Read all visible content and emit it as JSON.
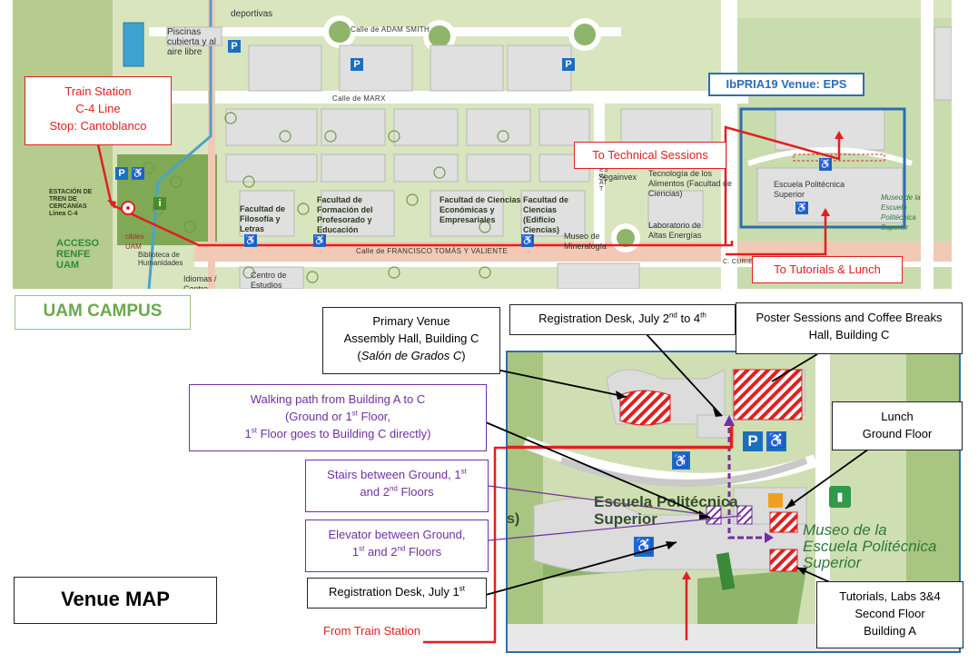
{
  "top_map": {
    "streets": [
      "Calle de ADAM SMITH",
      "Calle de MARX",
      "Calle de FRANCISCO TOMÁS Y VALIENTE",
      "JAMES WATT",
      "C. CURIE"
    ],
    "places": {
      "piscinas": "Piscinas cubierta y al aire libre",
      "deportivas": "deportivas",
      "estacion": "ESTACIÓN DE TREN DE CERCANÍAS Línea C-4",
      "acceso_renfe": "ACCESO RENFE UAM",
      "biblioteca": "Biblioteca de Humanidades",
      "filosofia": "Facultad de Filosofía y Letras",
      "profesorado": "Facultad de Formación del Profesorado y Educación",
      "economicas": "Facultad de Ciencias Económicas y Empresariales",
      "ciencias": "Facultad de Ciencias (Edificio Ciencias)",
      "mineralogia": "Museo de Mineralogía",
      "segainvex": "Segainvex",
      "alimentos": "Tecnología de los Alimentos (Facultad de Ciencias)",
      "altas_energias": "Laboratorio de Altas Energías",
      "eps": "Escuela Politécnica Superior",
      "museo_eps": "Museo de la Escuela Politécnica Superior",
      "centro_estudios": "Centro de Estudios",
      "idiomas": "Idiomas / Centro",
      "cibles": "cibles UAM"
    },
    "callouts": {
      "train_station": [
        "Train Station",
        "C-4 Line",
        "Stop:  Cantoblanco"
      ],
      "venue": "IbPRIA19 Venue: EPS",
      "technical": "To Technical Sessions",
      "tutorials_lunch": "To Tutorials & Lunch"
    }
  },
  "uam_campus": "UAM CAMPUS",
  "venue_map_title": "Venue MAP",
  "bottom_map": {
    "eps_label": [
      "Escuela Politécnica",
      "Superior"
    ],
    "museo_label": [
      "Museo de la",
      "Escuela Politécnica",
      "Superior"
    ],
    "partial_s": "s)"
  },
  "annotations": {
    "primary_venue": [
      "Primary Venue",
      "Assembly Hall, Building C",
      "Salón de Grados C"
    ],
    "reg_july2_4": {
      "text": "Registration Desk, July 2",
      "sup1": "nd",
      "mid": " to 4",
      "sup2": "th"
    },
    "poster": [
      "Poster Sessions and Coffee Breaks",
      "Hall, Building C"
    ],
    "walking": [
      "Walking path from Building A to C",
      "(Ground or 1",
      "st",
      " Floor,",
      "1",
      "st",
      " Floor goes to Building C directly)"
    ],
    "lunch": [
      "Lunch",
      "Ground Floor"
    ],
    "stairs": [
      "Stairs between Ground, 1",
      "st",
      "and 2",
      "nd",
      " Floors"
    ],
    "elevator": [
      "Elevator between Ground,",
      "1",
      "st",
      " and 2",
      "nd",
      " Floors"
    ],
    "reg_july1": {
      "text": "Registration Desk, July 1",
      "sup": "st"
    },
    "tutorials": [
      "Tutorials, Labs 3&4",
      "Second Floor",
      "Building A"
    ],
    "from_train": "From Train Station"
  },
  "colors": {
    "route_red": "#e02020",
    "purple": "#7030a0",
    "frame_blue": "#2e6db4",
    "grass": "#8fb56b",
    "building": "#dcdcdc"
  }
}
